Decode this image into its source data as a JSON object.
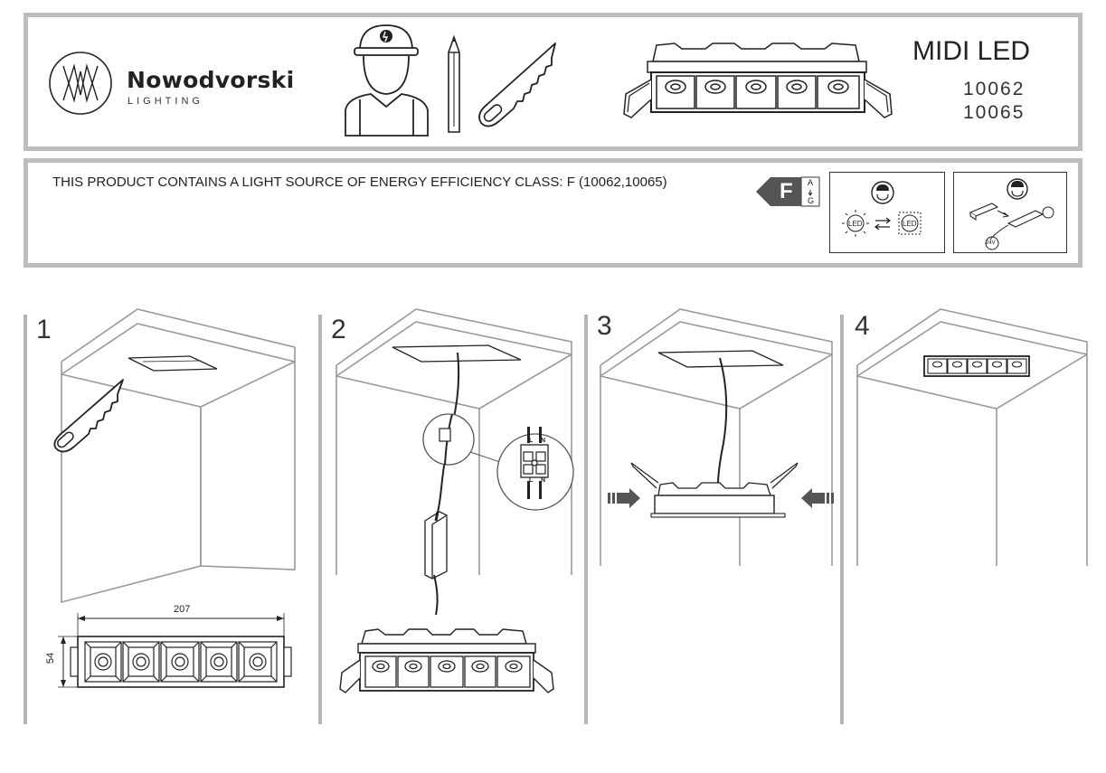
{
  "header": {
    "brand_name": "Nowodvorski",
    "brand_sub": "LIGHTING",
    "model_title": "MIDI LED",
    "codes": [
      "10062",
      "10065"
    ]
  },
  "energy": {
    "text": "THIS PRODUCT CONTAINS A LIGHT SOURCE OF ENERGY EFFICIENCY CLASS: F  (10062,10065)",
    "class_letter": "F",
    "scale_top": "A",
    "scale_bottom": "G",
    "led_label": "LED",
    "driver_label": "24V"
  },
  "steps": [
    {
      "number": "1"
    },
    {
      "number": "2"
    },
    {
      "number": "3"
    },
    {
      "number": "4"
    }
  ],
  "dimensions": {
    "width": "207",
    "height": "54"
  },
  "terminal": {
    "top_left": "L",
    "top_right": "N",
    "bottom_left": "L",
    "bottom_right": "N"
  },
  "colors": {
    "frame": "#bdbdbd",
    "line": "#9a9a9a",
    "ink": "#222222",
    "arrow": "#555555"
  }
}
